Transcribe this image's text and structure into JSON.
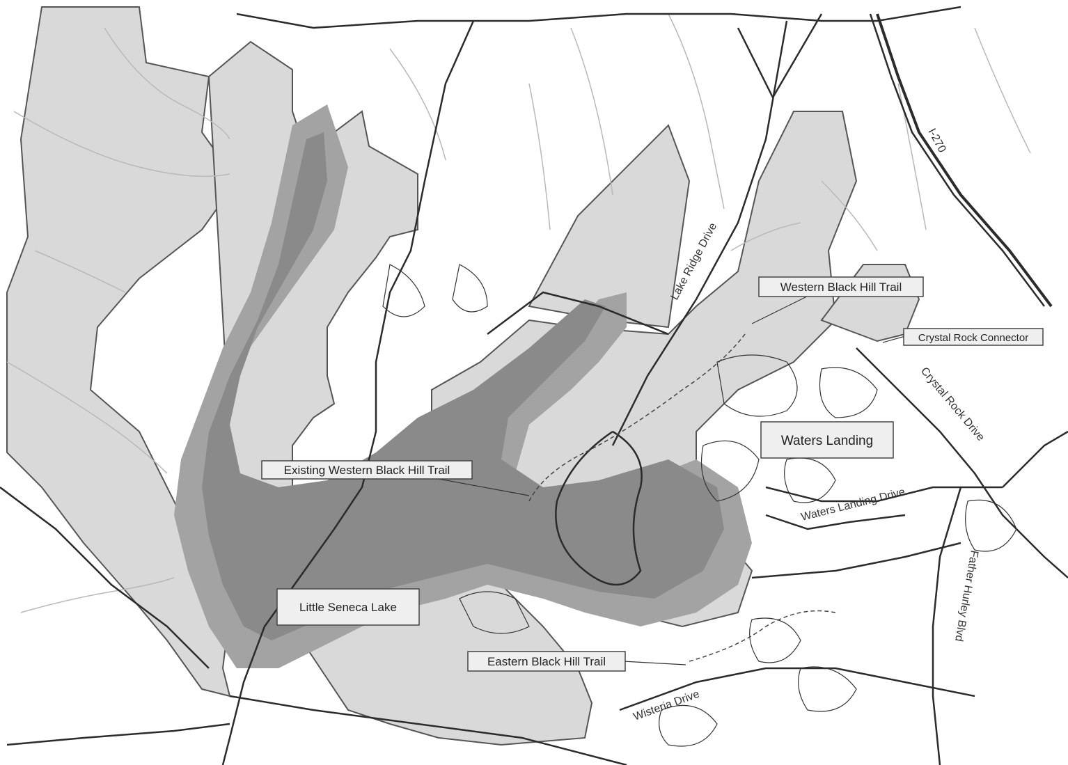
{
  "map": {
    "labels": {
      "western_trail": "Western Black Hill Trail",
      "crystal_connector": "Crystal Rock Connector",
      "waters_landing": "Waters Landing",
      "existing_western_trail": "Existing Western Black Hill Trail",
      "little_seneca_lake": "Little Seneca Lake",
      "eastern_trail": "Eastern Black Hill Trail"
    },
    "road_names": {
      "lake_ridge": "Lake Ridge Drive",
      "i270": "I-270",
      "crystal_rock_drive": "Crystal Rock Drive",
      "waters_landing_drive": "Waters Landing Drive",
      "wisteria_drive": "Wisteria Drive",
      "father_hurley_blvd": "Father Hurley Blvd"
    },
    "colors": {
      "background": "#ffffff",
      "park_land": "#d8d8d8",
      "water": "#8c8c8c",
      "water_shallow": "#a8a8a8",
      "roads": "#2a2a2a",
      "streams": "#b5b5b5",
      "label_box": "#efefef"
    }
  }
}
